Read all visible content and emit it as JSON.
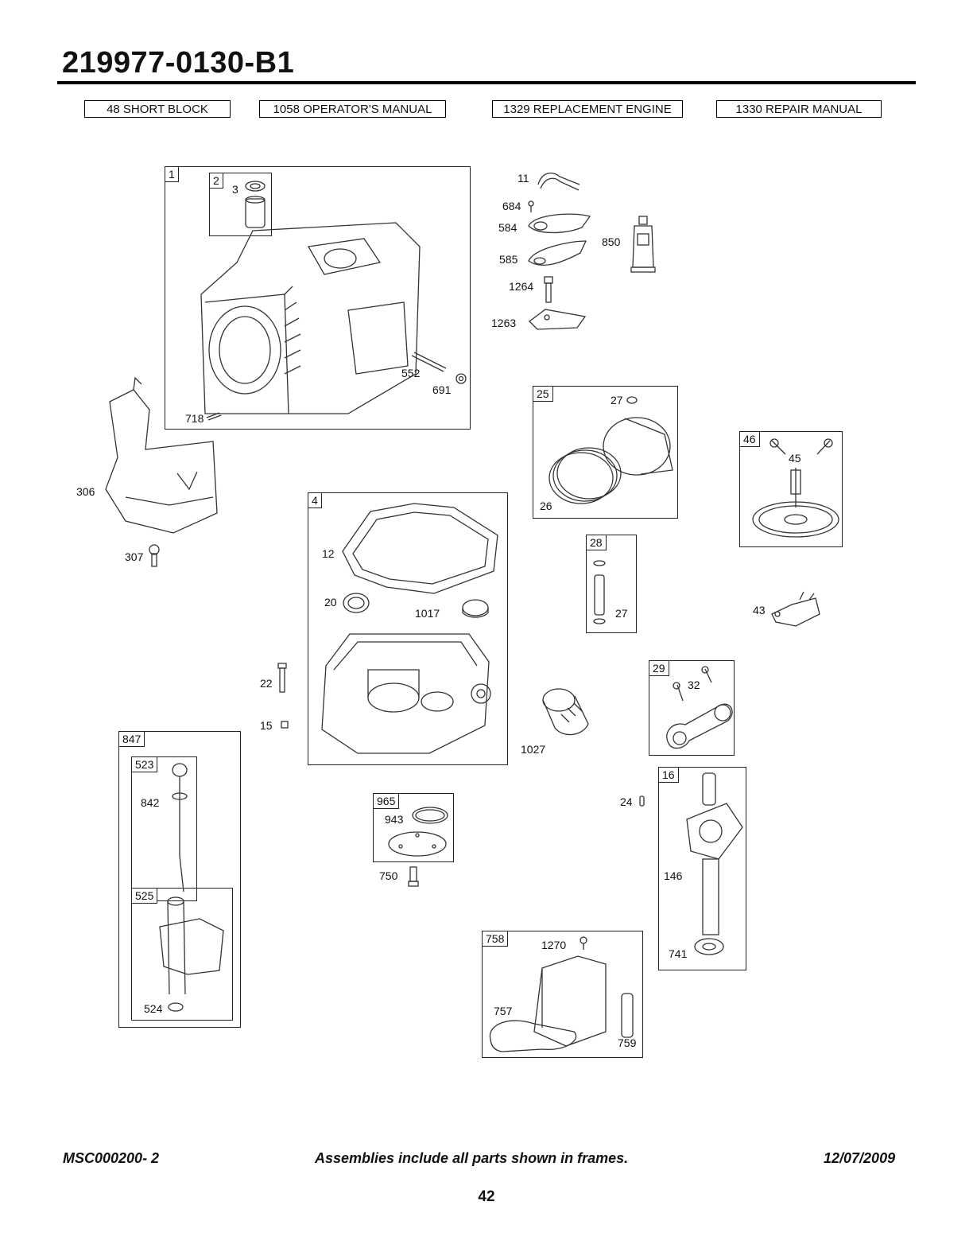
{
  "header": {
    "model": "219977-0130-B1"
  },
  "references": [
    {
      "id": "ref-short-block",
      "label": "48 SHORT BLOCK"
    },
    {
      "id": "ref-operators-manual",
      "label": "1058 OPERATOR'S MANUAL"
    },
    {
      "id": "ref-replacement-engine",
      "label": "1329 REPLACEMENT ENGINE"
    },
    {
      "id": "ref-repair-manual",
      "label": "1330 REPAIR MANUAL"
    }
  ],
  "frames": {
    "f1": "1",
    "f2": "2",
    "f4": "4",
    "f25": "25",
    "f28": "28",
    "f46": "46",
    "f29": "29",
    "f16": "16",
    "f847": "847",
    "f523": "523",
    "f525": "525",
    "f965": "965",
    "f758": "758"
  },
  "parts": {
    "p3": "3",
    "p552": "552",
    "p691": "691",
    "p718": "718",
    "p306": "306",
    "p307": "307",
    "p11": "11",
    "p684": "684",
    "p584": "584",
    "p585": "585",
    "p850": "850",
    "p1264": "1264",
    "p1263": "1263",
    "p27a": "27",
    "p26": "26",
    "p45": "45",
    "p27b": "27",
    "p43": "43",
    "p12": "12",
    "p20": "20",
    "p1017": "1017",
    "p22": "22",
    "p15": "15",
    "p1027": "1027",
    "p32": "32",
    "p24": "24",
    "p146": "146",
    "p741": "741",
    "p842": "842",
    "p524": "524",
    "p943": "943",
    "p750": "750",
    "p1270": "1270",
    "p757": "757",
    "p759": "759"
  },
  "footer": {
    "left": "MSC000200- 2",
    "center": "Assemblies include all parts shown in frames.",
    "right": "12/07/2009",
    "page": "42"
  }
}
